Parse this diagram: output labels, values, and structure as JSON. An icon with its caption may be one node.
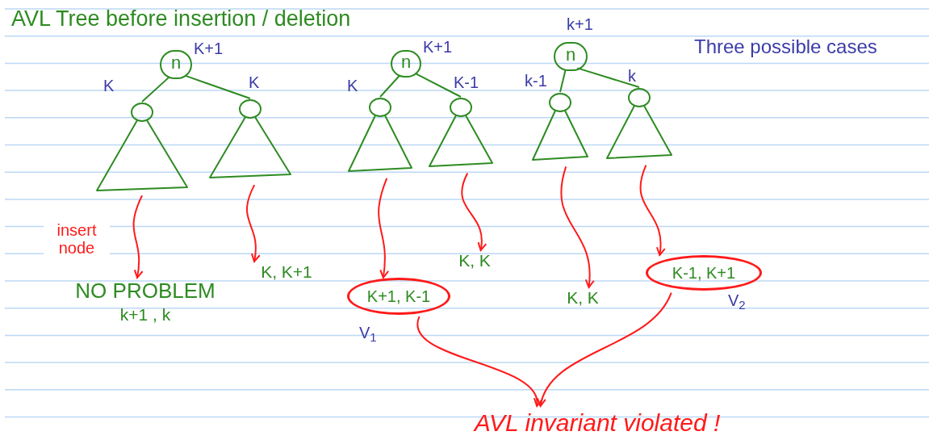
{
  "diagram": {
    "title": "AVL Tree before insertion / deletion",
    "nodes": [
      {
        "text": [
          "n"
        ],
        "beside": [
          "K+1"
        ]
      },
      {
        "text": [],
        "shape": "triangle",
        "beside": [
          "K"
        ]
      },
      {
        "text": [],
        "shape": "triangle",
        "beside": [
          "K"
        ]
      },
      {
        "text": [
          "n"
        ],
        "beside": [
          "K+1"
        ]
      },
      {
        "text": [],
        "shape": "triangle",
        "beside": [
          "K"
        ]
      },
      {
        "text": [],
        "shape": "triangle",
        "beside": [
          "K-1"
        ]
      },
      {
        "text": [
          "n"
        ],
        "beside": [
          "k+1"
        ]
      },
      {
        "text": [],
        "shape": "triangle",
        "beside": [
          "k-1"
        ]
      },
      {
        "text": [],
        "shape": "triangle",
        "beside": [
          "k"
        ]
      },
      {
        "text": [
          "NO PROBLEM",
          "k+1 , k"
        ]
      },
      {
        "text": [
          "K, K+1"
        ]
      },
      {
        "text": [
          "K+1, K-1"
        ],
        "beside": [
          "V$_{1}$"
        ]
      },
      {
        "text": [
          "K, K"
        ]
      },
      {
        "text": [
          "K, K"
        ]
      },
      {
        "text": [
          "K-1, K+1"
        ],
        "beside": [
          "V$_{2}$"
        ]
      },
      {
        "text": [
          "AVL invariant violated !"
        ]
      }
    ],
    "edges": [
      {
        "from": 0,
        "to": 1,
        "arrow": "none",
        "color": "#2e8b22"
      },
      {
        "from": 0,
        "to": 2,
        "arrow": "none",
        "color": "#2e8b22"
      },
      {
        "from": 3,
        "to": 4,
        "arrow": "none",
        "color": "#2e8b22"
      },
      {
        "from": 3,
        "to": 5,
        "arrow": "none",
        "color": "#2e8b22"
      },
      {
        "from": 6,
        "to": 7,
        "arrow": "none",
        "color": "#2e8b22"
      },
      {
        "from": 6,
        "to": 8,
        "arrow": "none",
        "color": "#2e8b22"
      },
      {
        "from": 1,
        "to": 9,
        "arrow": "to",
        "label": "insert node"
      },
      {
        "from": 2,
        "to": 10,
        "arrow": "to"
      },
      {
        "from": 4,
        "to": 11,
        "arrow": "to"
      },
      {
        "from": 5,
        "to": 12,
        "arrow": "to"
      },
      {
        "from": 7,
        "to": 13,
        "arrow": "to"
      },
      {
        "from": 8,
        "to": 14,
        "arrow": "to"
      },
      {
        "from": 11,
        "to": 15,
        "arrow": "to"
      },
      {
        "from": 14,
        "to": 15,
        "arrow": "to"
      }
    ],
    "labels": [
      "Three possible cases"
    ]
  }
}
